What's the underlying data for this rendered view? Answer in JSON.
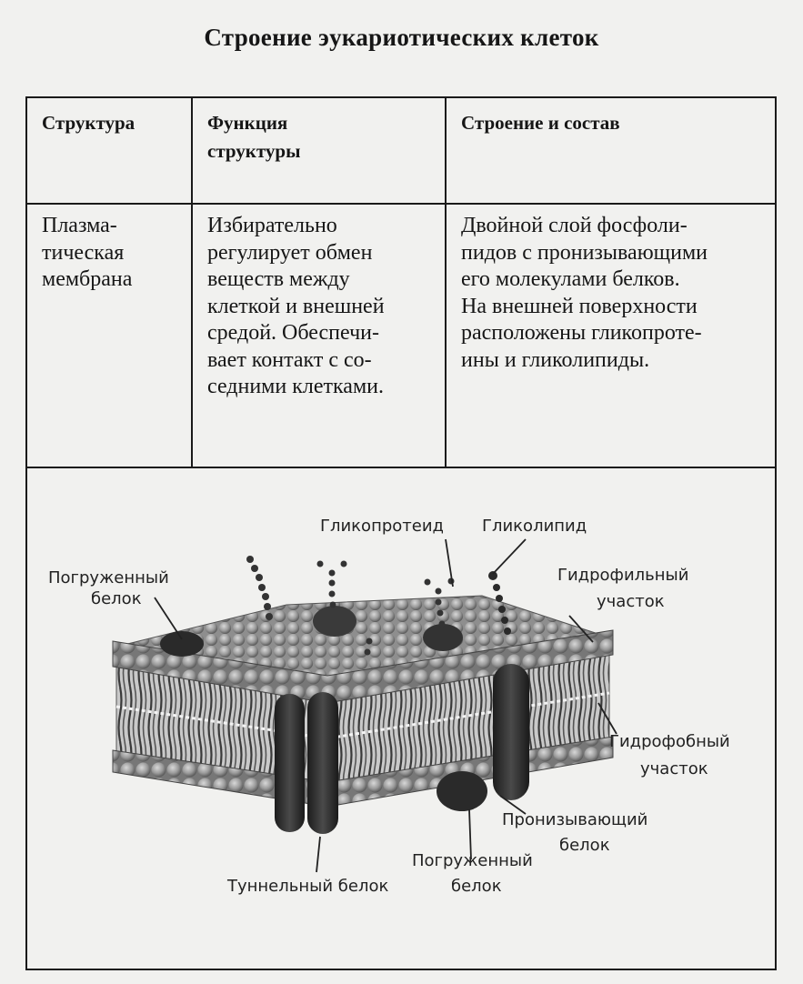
{
  "title": "Строение эукариотических клеток",
  "table": {
    "headers": {
      "col1": "Структура",
      "col2_line1": "Функция",
      "col2_line2": "структуры",
      "col3": "Строение и состав"
    },
    "row1": {
      "structure": [
        "Плазма-",
        "тическая",
        "мембрана"
      ],
      "function": [
        "Избирательно",
        "регулирует обмен",
        "веществ между",
        "клеткой и внешней",
        "средой. Обеспечи-",
        "вает контакт с со-",
        "седними клетками."
      ],
      "composition": [
        "Двойной слой фосфоли-",
        "пидов с пронизывающими",
        "его молекулами белков.",
        "На внешней поверхности",
        "расположены гликопроте-",
        "ины и гликолипиды."
      ]
    }
  },
  "diagram_labels": {
    "glycoprotein": "Гликопротеид",
    "glycolipid": "Гликолипид",
    "submerged_protein_top_1": "Погруженный",
    "submerged_protein_top_2": "белок",
    "hydrophilic_1": "Гидрофильный",
    "hydrophilic_2": "участок",
    "hydrophobic_1": "Гидрофобный",
    "hydrophobic_2": "участок",
    "penetrating_1": "Пронизывающий",
    "penetrating_2": "белок",
    "submerged_protein_bottom_1": "Погруженный",
    "submerged_protein_bottom_2": "белок",
    "tunnel_protein": "Туннельный белок"
  }
}
